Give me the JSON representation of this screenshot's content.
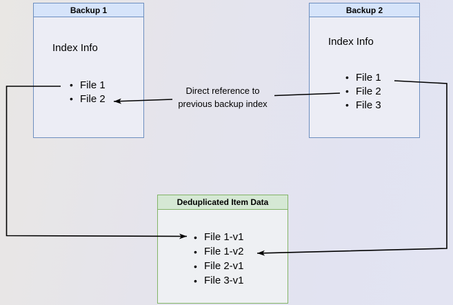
{
  "canvas": {
    "bg_left": "#e9e7e4",
    "bg_right": "#e3e4f2"
  },
  "glyphs": {
    "bullet": "•"
  },
  "boxes": {
    "backup1": {
      "title": "Backup 1",
      "label": "Index Info",
      "items": [
        "File 1",
        "File 2"
      ],
      "header_fill": "#d6e4fa",
      "border_color": "#6c8ebf",
      "body_fill": "#ecedf5"
    },
    "backup2": {
      "title": "Backup 2",
      "label": "Index Info",
      "items": [
        "File 1",
        "File 2",
        "File 3"
      ],
      "header_fill": "#d6e4fa",
      "border_color": "#6c8ebf",
      "body_fill": "#ecedf5"
    },
    "dedup": {
      "title": "Deduplicated Item Data",
      "items": [
        "File 1-v1",
        "File 1-v2",
        "File 2-v1",
        "File 3-v1"
      ],
      "header_fill": "#d5e8d4",
      "border_color": "#82b366",
      "body_fill": "#eef0f3"
    }
  },
  "edge_label": {
    "line1": "Direct reference to",
    "line2": "previous backup index"
  },
  "edges": {
    "color": "#000000"
  }
}
